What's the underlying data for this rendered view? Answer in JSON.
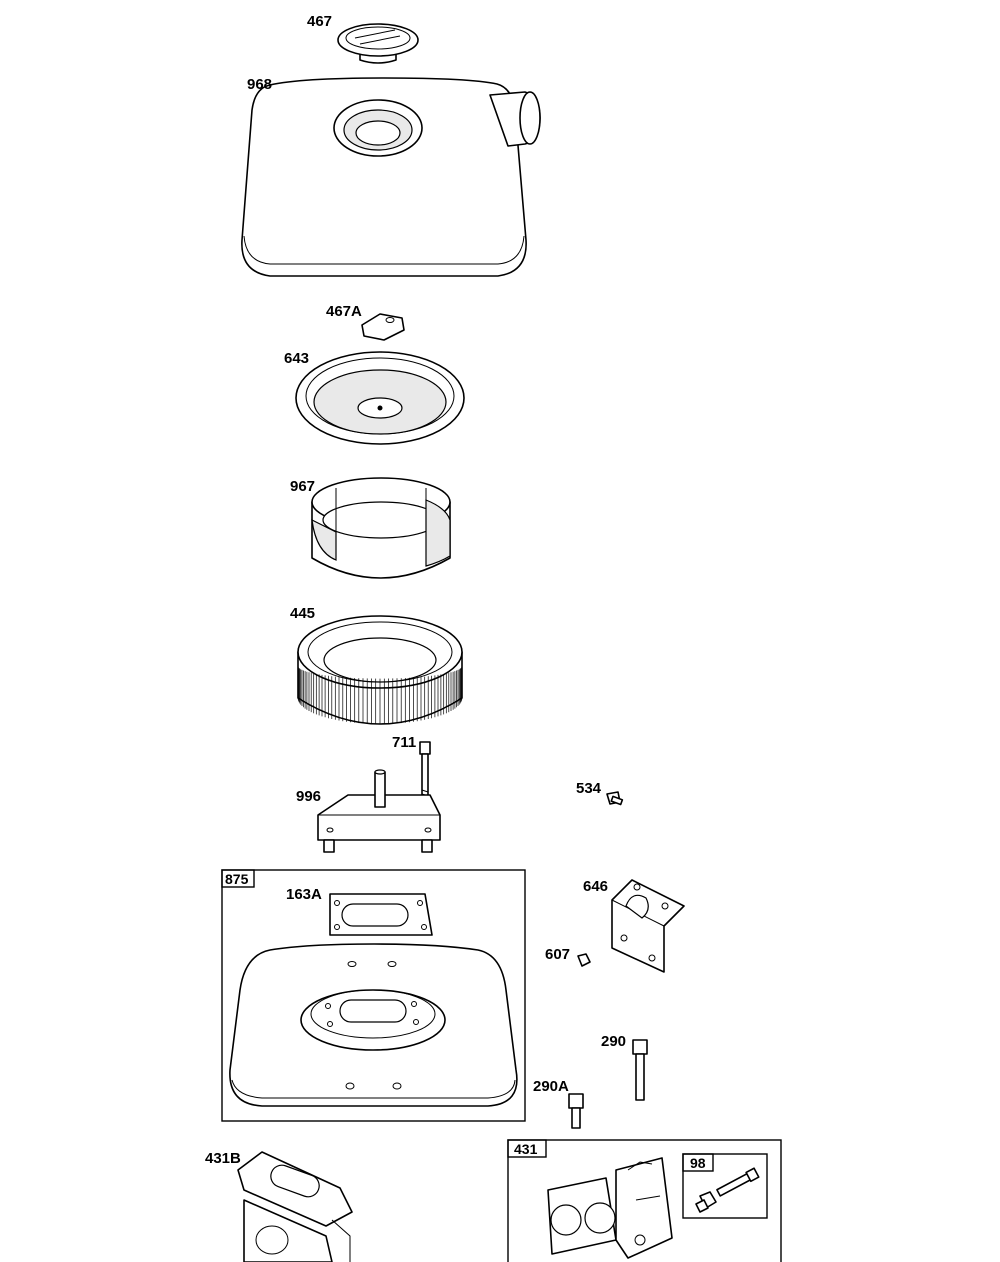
{
  "diagram": {
    "parts": [
      {
        "id": "p467",
        "label": "467"
      },
      {
        "id": "p968",
        "label": "968"
      },
      {
        "id": "p467a",
        "label": "467A"
      },
      {
        "id": "p643",
        "label": "643"
      },
      {
        "id": "p967",
        "label": "967"
      },
      {
        "id": "p445",
        "label": "445"
      },
      {
        "id": "p711",
        "label": "711"
      },
      {
        "id": "p996",
        "label": "996"
      },
      {
        "id": "p534",
        "label": "534"
      },
      {
        "id": "p163a",
        "label": "163A"
      },
      {
        "id": "p646",
        "label": "646"
      },
      {
        "id": "p607",
        "label": "607"
      },
      {
        "id": "p290",
        "label": "290"
      },
      {
        "id": "p290a",
        "label": "290A"
      },
      {
        "id": "p431b",
        "label": "431B"
      }
    ],
    "boxes": [
      {
        "id": "box875",
        "label": "875"
      },
      {
        "id": "box431",
        "label": "431"
      },
      {
        "id": "box98",
        "label": "98"
      }
    ]
  }
}
